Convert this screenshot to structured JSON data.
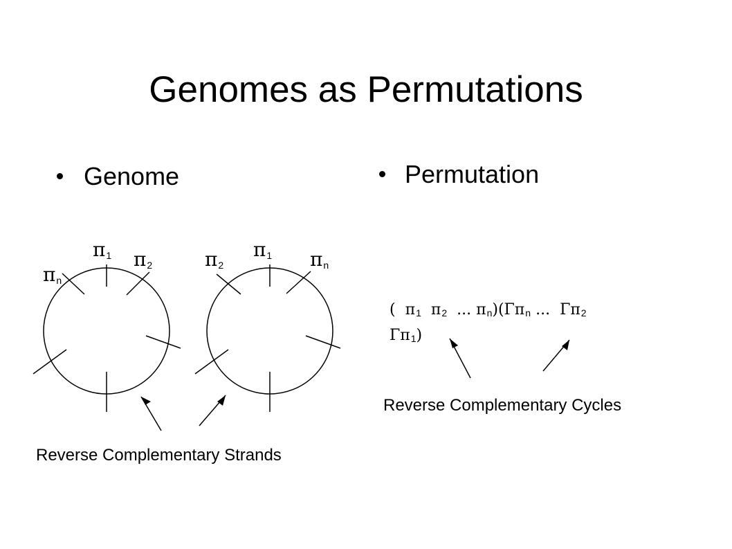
{
  "slide": {
    "title": "Genomes as Permutations"
  },
  "left": {
    "heading": "Genome",
    "circle1": {
      "label_pi1": {
        "sym": "π",
        "sub": "1"
      },
      "label_pi2": {
        "sym": "π",
        "sub": "2"
      },
      "label_pin": {
        "sym": "π",
        "sub": "n"
      }
    },
    "circle2": {
      "label_pi1": {
        "sym": "π",
        "sub": "1"
      },
      "label_pi2": {
        "sym": "π",
        "sub": "2"
      },
      "label_pin": {
        "sym": "π",
        "sub": "n"
      }
    },
    "caption": "Reverse Complementary Strands"
  },
  "right": {
    "heading": "Permutation",
    "formula": {
      "open": "(",
      "pi1": {
        "sym": "π",
        "sub": "1"
      },
      "pi2": {
        "sym": "π",
        "sub": "2"
      },
      "dots1": "...",
      "pin": {
        "sym": "π",
        "sub": "n"
      },
      "mid": ")(",
      "gpin": {
        "sym": "Γπ",
        "sub": "n"
      },
      "dots2": "...",
      "gpi2": {
        "sym": "Γπ",
        "sub": "2"
      },
      "gpi1": {
        "sym": "Γπ",
        "sub": "1"
      },
      "close": ")"
    },
    "caption": "Reverse Complementary Cycles"
  }
}
